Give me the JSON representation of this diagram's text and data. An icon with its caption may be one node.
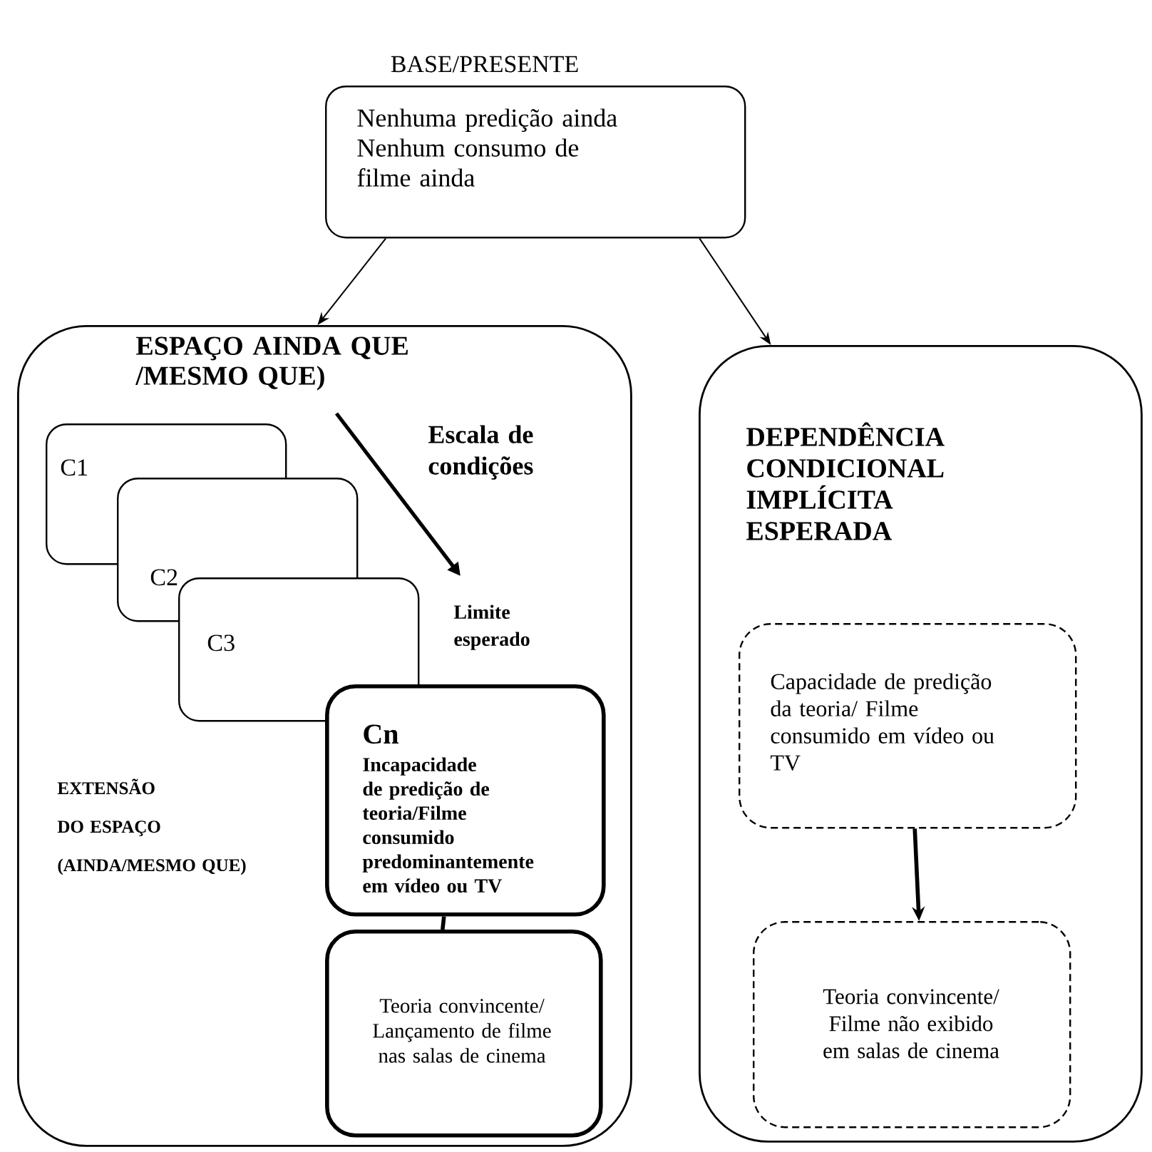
{
  "diagram": {
    "title": "BASE/PRESENTE",
    "nodes": [
      {
        "text": [
          "Nenhuma predição ainda Nenhum consumo de filme ainda"
        ]
      },
      {
        "text": [
          "ESPAÇO AINDA QUE /MESMO QUE)",
          "EXTENSÃO DO ESPAÇO (AINDA/MESMO QUE)"
        ]
      },
      {
        "text": [
          "C1"
        ],
        "in": 1
      },
      {
        "text": [
          "C2"
        ],
        "in": 1
      },
      {
        "text": [
          "C3"
        ],
        "in": 1
      },
      {
        "text": [
          "Cn",
          "Incapacidade de predição de teoria/Filme consumido predominantemente em vídeo ou TV"
        ],
        "in": 1
      },
      {
        "text": [
          "Teoria convincente/ Lançamento de filme nas salas de cinema"
        ],
        "in": 1
      },
      {
        "text": [
          "DEPENDÊNCIA CONDICIONAL IMPLÍCITA ESPERADA"
        ]
      },
      {
        "text": [
          "Capacidade de predição da teoria/ Filme consumido em vídeo ou TV"
        ],
        "in": 7
      },
      {
        "text": [
          "Teoria convincente/ Filme não exibido em salas de cinema"
        ],
        "in": 7
      }
    ],
    "edges": [
      {
        "from": 0,
        "to": 1,
        "arrow": "to"
      },
      {
        "from": 0,
        "to": 7,
        "arrow": "to"
      },
      {
        "from": 5,
        "to": 6,
        "arrow": "none",
        "style": "thick"
      },
      {
        "from": 8,
        "to": 9,
        "arrow": "to",
        "style": "thick"
      }
    ],
    "labels": [
      "Escala de condições",
      "Limite esperado"
    ]
  }
}
